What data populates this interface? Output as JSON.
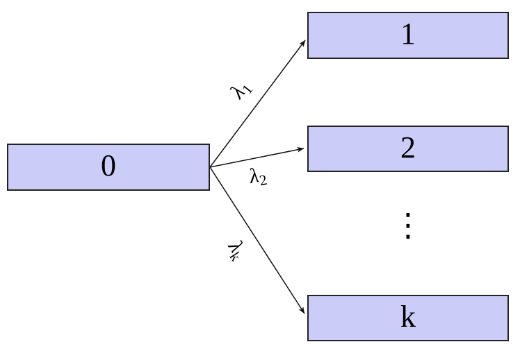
{
  "diagram": {
    "title": "branching-process-diagram",
    "nodes": [
      {
        "id": "0",
        "label": "0"
      },
      {
        "id": "1",
        "label": "1"
      },
      {
        "id": "2",
        "label": "2"
      },
      {
        "id": "k",
        "label": "k"
      }
    ],
    "edges": [
      {
        "from": "0",
        "to": "1",
        "symbol": "λ",
        "subscript": "1"
      },
      {
        "from": "0",
        "to": "2",
        "symbol": "λ",
        "subscript": "2"
      },
      {
        "from": "0",
        "to": "k",
        "symbol": "λ",
        "subscript": "k"
      }
    ],
    "ellipsis": "⋮",
    "colors": {
      "node_fill": "#ccccf8",
      "node_border": "#222222",
      "arrow": "#111111",
      "background": "#ffffff"
    }
  }
}
